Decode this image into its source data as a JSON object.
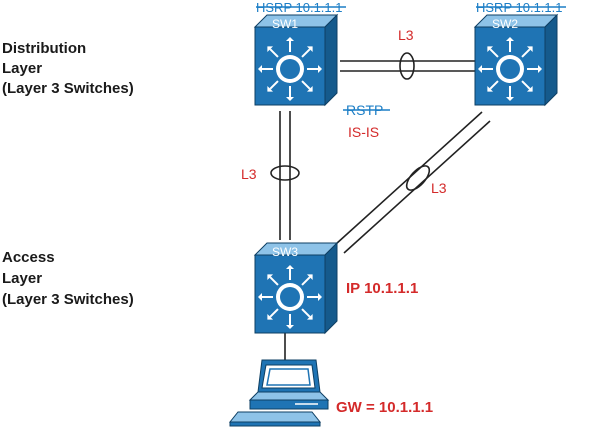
{
  "layers": {
    "distribution": [
      "Distribution",
      "Layer",
      "(Layer 3 Switches)"
    ],
    "access": [
      "Access",
      "Layer",
      "(Layer 3 Switches)"
    ]
  },
  "switches": {
    "sw1": {
      "label": "SW1",
      "hsrp": "HSRP 10.1.1.1"
    },
    "sw2": {
      "label": "SW2",
      "hsrp": "HSRP 10.1.1.1"
    },
    "sw3": {
      "label": "SW3",
      "ip": "IP 10.1.1.1"
    }
  },
  "links": {
    "sw1_sw2": "L3",
    "sw1_sw3": "L3",
    "sw2_sw3": "L3"
  },
  "protocols": {
    "old": "RSTP",
    "new": "IS-IS"
  },
  "pc": {
    "gateway": "GW = 10.1.1.1"
  },
  "colors": {
    "switch_face": "#1f74b4",
    "switch_top": "#8ec3e8",
    "switch_side": "#155a8c",
    "accent_blue": "#1c7ec6",
    "note_red": "#d42a2a",
    "link": "#222222"
  }
}
